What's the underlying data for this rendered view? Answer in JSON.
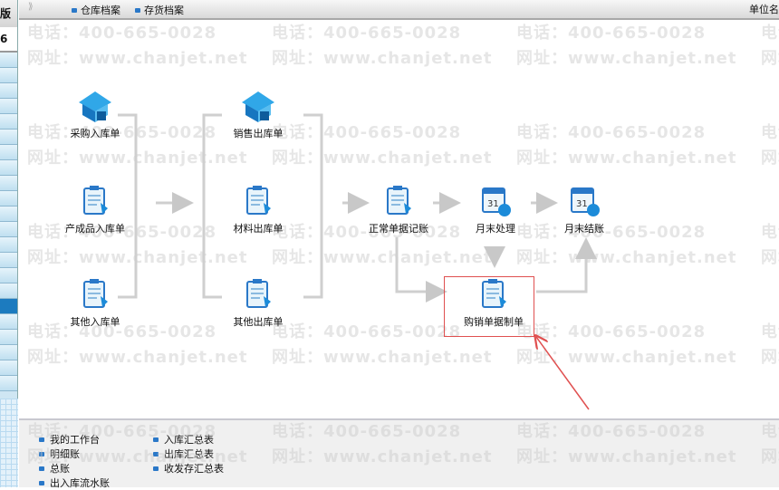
{
  "sidebar": {
    "header": "版",
    "number": "6"
  },
  "topbar": {
    "links": [
      "仓库档案",
      "存货档案"
    ],
    "unit_label": "单位名"
  },
  "watermark": {
    "phone": "电话：400-665-0028",
    "site": "网址：www.chanjet.net"
  },
  "flow": {
    "nodes": {
      "purchase_in": "采购入库单",
      "product_in": "产成品入库单",
      "other_in": "其他入库单",
      "sales_out": "销售出库单",
      "material_out": "材料出库单",
      "other_out": "其他出库单",
      "normal_post": "正常单据记账",
      "month_end": "月末处理",
      "month_close": "月末结账",
      "voucher": "购销单据制单"
    }
  },
  "bottom": {
    "links": [
      "我的工作台",
      "明细账",
      "总账",
      "出入库流水账",
      "入库汇总表",
      "出库汇总表",
      "收发存汇总表"
    ]
  },
  "colors": {
    "accent": "#2a78c8",
    "highlight": "#e05050"
  }
}
